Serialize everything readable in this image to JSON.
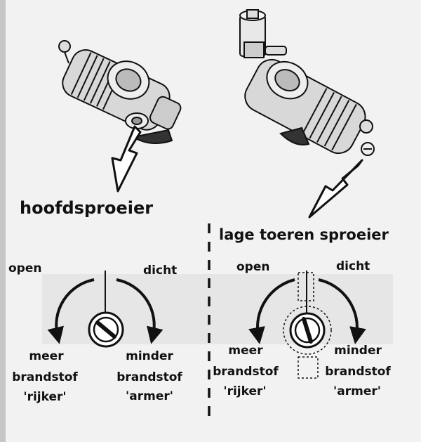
{
  "left": {
    "title": "hoofdsproeier",
    "open": "open",
    "closed": "dicht",
    "richer": [
      "meer",
      "brandstof",
      "'rijker'"
    ],
    "leaner": [
      "minder",
      "brandstof",
      "'armer'"
    ]
  },
  "right": {
    "title": "lage toeren sproeier",
    "open": "open",
    "closed": "dicht",
    "richer": [
      "meer",
      "brandstof",
      "'rijker'"
    ],
    "leaner": [
      "minder",
      "brandstof",
      "'armer'"
    ]
  },
  "colors": {
    "ink": "#111111",
    "paper": "#f2f2f2",
    "shade": "#bdbdbd"
  },
  "icons": [
    "carburetor-icon",
    "pointer-arrow-icon",
    "needle-screw-icon",
    "rotation-arrow-icon"
  ]
}
